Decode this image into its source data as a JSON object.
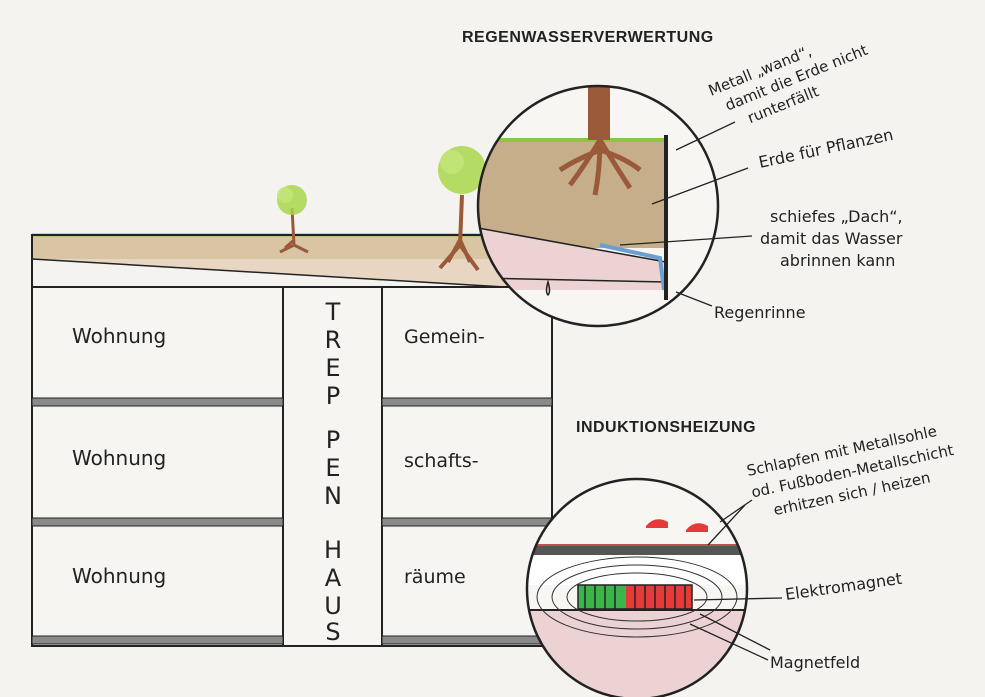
{
  "titles": {
    "rainwater": "REGENWASSERVERWERTUNG",
    "induction": "INDUKTIONSHEIZUNG"
  },
  "building": {
    "apartments": [
      "Wohnung",
      "Wohnung",
      "Wohnung"
    ],
    "stair_letters": [
      "T",
      "R",
      "E",
      "P",
      "P",
      "E",
      "N",
      "H",
      "A",
      "U",
      "S"
    ],
    "common_rooms": [
      "Gemein-",
      "schafts-",
      "räume"
    ]
  },
  "rain_labels": {
    "metal_wall": [
      "Metall „wand“,",
      "damit die Erde nicht",
      "runterfällt"
    ],
    "soil": "Erde für Pflanzen",
    "slanted_roof": [
      "schiefes „Dach“,",
      "damit das Wasser",
      "abrinnen kann"
    ],
    "gutter": "Regenrinne"
  },
  "induction_labels": {
    "slippers": [
      "Schlapfen mit Metallsohle",
      "od. Fußboden-Metallschicht",
      "erhitzen sich / heizen"
    ],
    "electromagnet": "Elektromagnet",
    "magnetic_field": "Magnetfeld"
  },
  "colors": {
    "ink": "#222222",
    "soil": "#cdb592",
    "soil_dark": "#b89c78",
    "grass": "#8cc63f",
    "tree_trunk": "#9a5a3a",
    "tree_crown": "#a8d64a",
    "floor_slab": "#8a8a8a",
    "water": "#6b9fd1",
    "coil_green": "#3bb54a",
    "coil_red": "#e63a3a"
  }
}
